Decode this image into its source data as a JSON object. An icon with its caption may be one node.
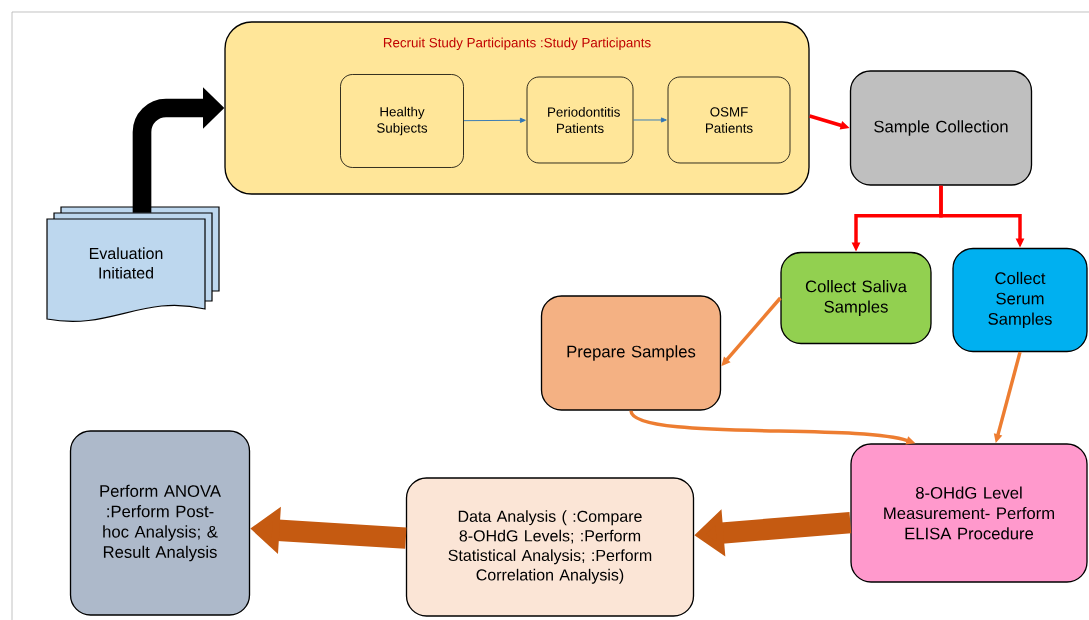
{
  "diagram": {
    "nodes": [
      {
        "text": [
          "Evaluation Initiated"
        ]
      },
      {
        "text": [
          "Recruit Study Participants :Study Participants"
        ]
      },
      {
        "text": [
          "Healthy Subjects"
        ],
        "in": 1
      },
      {
        "text": [
          "Periodontitis Patients"
        ],
        "in": 1
      },
      {
        "text": [
          "OSMF Patients"
        ],
        "in": 1
      },
      {
        "text": [
          "Sample Collection"
        ]
      },
      {
        "text": [
          "Collect Saliva Samples"
        ]
      },
      {
        "text": [
          "Collect Serum Samples"
        ]
      },
      {
        "text": [
          "Prepare Samples"
        ]
      },
      {
        "text": [
          "8-OHdG Level Measurement- Perform ELISA Procedure"
        ]
      },
      {
        "text": [
          "Data Analysis ( :Compare 8-OHdG Levels; :Perform Statistical Analysis; :Perform Correlation Analysis)"
        ]
      },
      {
        "text": [
          "Perform ANOVA :Perform Post-hoc Analysis; & Result Analysis"
        ]
      }
    ],
    "edges": [
      {
        "from": 0,
        "to": 1,
        "arrow": "to",
        "style": "thick",
        "color": "#000000"
      },
      {
        "from": 2,
        "to": 3,
        "arrow": "to",
        "color": "#2e75b6"
      },
      {
        "from": 3,
        "to": 4,
        "arrow": "to",
        "color": "#2e75b6"
      },
      {
        "from": 1,
        "to": 5,
        "arrow": "to",
        "color": "#ff0000"
      },
      {
        "from": 5,
        "to": 6,
        "arrow": "to",
        "color": "#ff0000"
      },
      {
        "from": 5,
        "to": 7,
        "arrow": "to",
        "color": "#ff0000"
      },
      {
        "from": 6,
        "to": 8,
        "arrow": "to",
        "color": "#ed7d31"
      },
      {
        "from": 7,
        "to": 9,
        "arrow": "to",
        "color": "#ed7d31"
      },
      {
        "from": 8,
        "to": 9,
        "arrow": "to",
        "color": "#ed7d31"
      },
      {
        "from": 9,
        "to": 10,
        "arrow": "to",
        "style": "thick",
        "color": "#c55a11"
      },
      {
        "from": 10,
        "to": 11,
        "arrow": "to",
        "style": "thick",
        "color": "#c55a11"
      }
    ]
  }
}
